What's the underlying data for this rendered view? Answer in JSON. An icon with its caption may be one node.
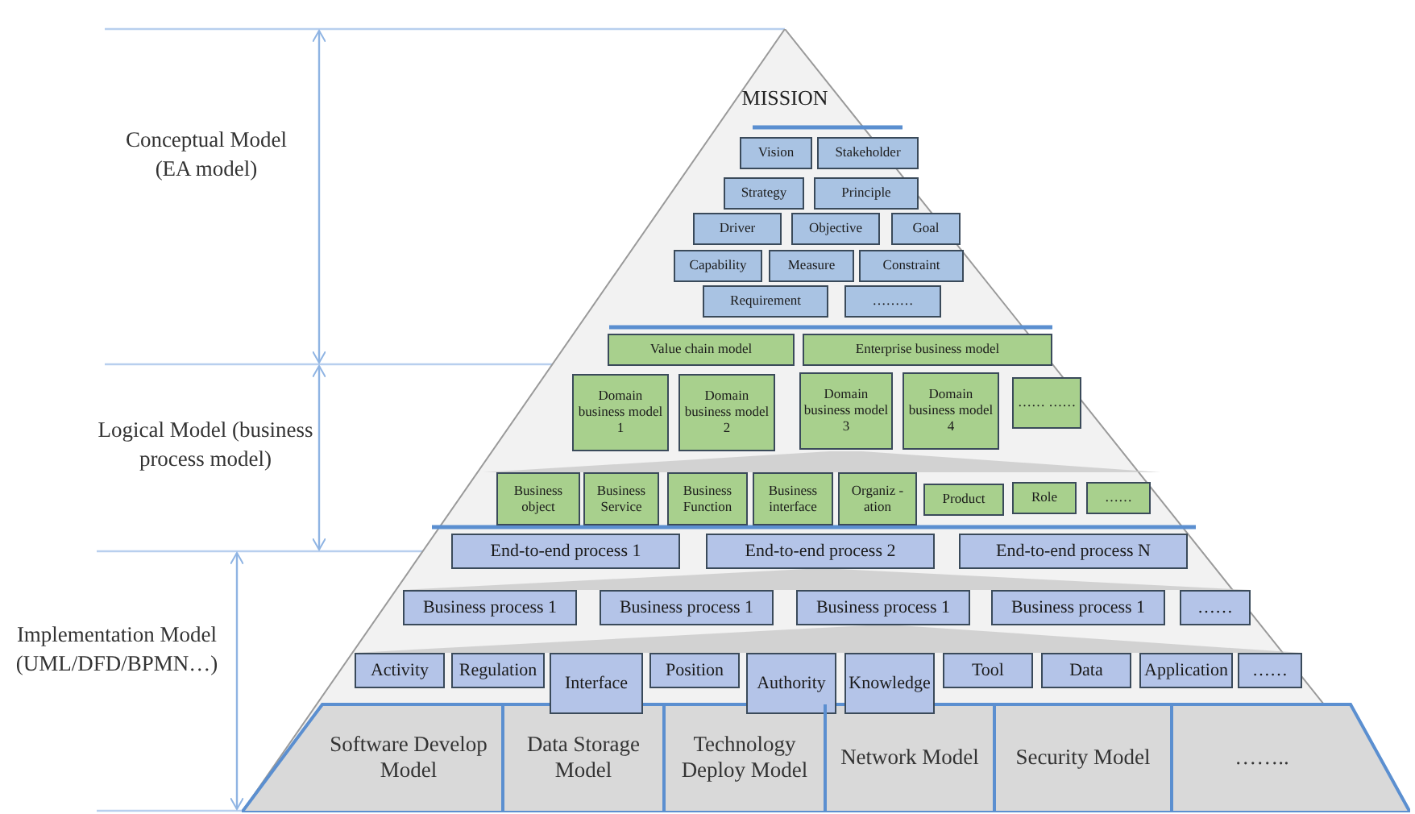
{
  "diagram": {
    "nodes": [
      {
        "text": [
          "MISSION"
        ]
      },
      {
        "text": [
          "Vision"
        ],
        "in": 0
      },
      {
        "text": [
          "Stakeholder"
        ],
        "in": 0
      },
      {
        "text": [
          "Strategy"
        ],
        "in": 0
      },
      {
        "text": [
          "Principle"
        ],
        "in": 0
      },
      {
        "text": [
          "Driver"
        ],
        "in": 0
      },
      {
        "text": [
          "Objective"
        ],
        "in": 0
      },
      {
        "text": [
          "Goal"
        ],
        "in": 0
      },
      {
        "text": [
          "Capability"
        ],
        "in": 0
      },
      {
        "text": [
          "Measure"
        ],
        "in": 0
      },
      {
        "text": [
          "Constraint"
        ],
        "in": 0
      },
      {
        "text": [
          "Requirement"
        ],
        "in": 0
      },
      {
        "text": [
          "………"
        ],
        "in": 0
      },
      {
        "text": [
          "Value chain model"
        ],
        "in": 0
      },
      {
        "text": [
          "Enterprise business model"
        ],
        "in": 0
      },
      {
        "text": [
          "Domain business model 1"
        ],
        "in": 0
      },
      {
        "text": [
          "Domain business model 2"
        ],
        "in": 0
      },
      {
        "text": [
          "Domain business model 3"
        ],
        "in": 0
      },
      {
        "text": [
          "Domain business model 4"
        ],
        "in": 0
      },
      {
        "text": [
          "…… ……"
        ],
        "in": 0
      },
      {
        "text": [
          "Business object"
        ],
        "in": 0
      },
      {
        "text": [
          "Business Service"
        ],
        "in": 0
      },
      {
        "text": [
          "Business Function"
        ],
        "in": 0
      },
      {
        "text": [
          "Business interface"
        ],
        "in": 0
      },
      {
        "text": [
          "Organiz -ation"
        ],
        "in": 0
      },
      {
        "text": [
          "Product"
        ],
        "in": 0
      },
      {
        "text": [
          "Role"
        ],
        "in": 0
      },
      {
        "text": [
          "……"
        ],
        "in": 0
      },
      {
        "text": [
          "End-to-end process 1"
        ],
        "in": 0
      },
      {
        "text": [
          "End-to-end process 2"
        ],
        "in": 0
      },
      {
        "text": [
          "End-to-end process N"
        ],
        "in": 0
      },
      {
        "text": [
          "Business process 1"
        ],
        "in": 0
      },
      {
        "text": [
          "Business process 1"
        ],
        "in": 0
      },
      {
        "text": [
          "Business process 1"
        ],
        "in": 0
      },
      {
        "text": [
          "Business process 1"
        ],
        "in": 0
      },
      {
        "text": [
          "……"
        ],
        "in": 0
      },
      {
        "text": [
          "Activity"
        ],
        "in": 0
      },
      {
        "text": [
          "Regulation"
        ],
        "in": 0
      },
      {
        "text": [
          "Interface"
        ],
        "in": 0
      },
      {
        "text": [
          "Position"
        ],
        "in": 0
      },
      {
        "text": [
          "Authority"
        ],
        "in": 0
      },
      {
        "text": [
          "Knowledge"
        ],
        "in": 0
      },
      {
        "text": [
          "Tool"
        ],
        "in": 0
      },
      {
        "text": [
          "Data"
        ],
        "in": 0
      },
      {
        "text": [
          "Application"
        ],
        "in": 0
      },
      {
        "text": [
          "……"
        ],
        "in": 0
      },
      {
        "text": [
          "Software Develop Model"
        ],
        "in": 0
      },
      {
        "text": [
          "Data Storage Model"
        ],
        "in": 0
      },
      {
        "text": [
          "Technology Deploy Model"
        ],
        "in": 0
      },
      {
        "text": [
          "Network Model"
        ],
        "in": 0
      },
      {
        "text": [
          "Security Model"
        ],
        "in": 0
      },
      {
        "text": [
          "…….."
        ],
        "in": 0
      }
    ],
    "labels": [
      "Conceptual Model (EA model)",
      "Logical Model (business process model)",
      "Implementation Model (UML/DFD/BPMN…)"
    ]
  }
}
